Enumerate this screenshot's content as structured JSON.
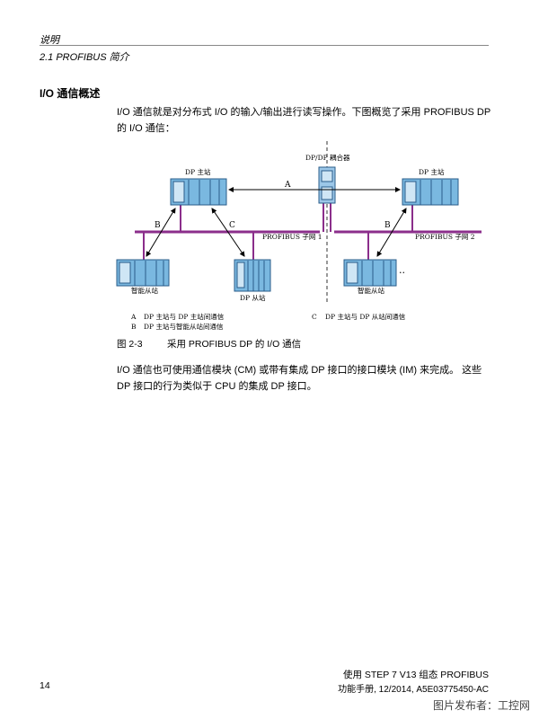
{
  "header": {
    "chapter": "说明",
    "section": "2.1 PROFIBUS 简介"
  },
  "section_title": "I/O 通信概述",
  "intro": "I/O 通信就是对分布式 I/O 的输入/输出进行读写操作。下图概览了采用 PROFIBUS DP 的 I/O 通信：",
  "figure": {
    "coupler_label": "DP/DP 耦合器",
    "master_left": "DP 主站",
    "master_right": "DP 主站",
    "subnet1": "PROFIBUS 子网 1",
    "subnet2": "PROFIBUS 子网 2",
    "intelligent_slave_left": "智能从站",
    "dp_slave": "DP 从站",
    "intelligent_slave_right": "智能从站",
    "arrow_a": "A",
    "arrow_b_left": "B",
    "arrow_b_right": "B",
    "arrow_c": "C",
    "ellipsis": "..",
    "legend": {
      "a_key": "A",
      "a_text": "DP 主站与 DP 主站间通信",
      "b_key": "B",
      "b_text": "DP 主站与智能从站间通信",
      "c_key": "C",
      "c_text": "DP 主站与 DP 从站间通信"
    },
    "colors": {
      "bus": "#8b2e8b",
      "device": "#7ab8e0",
      "device_dark": "#2a5c8a",
      "coupler": "#9cc7e8"
    }
  },
  "caption": {
    "number": "图 2-3",
    "text": "采用 PROFIBUS DP 的 I/O 通信"
  },
  "body2": "I/O 通信也可使用通信模块 (CM) 或带有集成 DP 接口的接口模块 (IM) 来完成。 这些 DP 接口的行为类似于 CPU 的集成 DP 接口。",
  "footer": {
    "page": "14",
    "title": "使用 STEP 7 V13 组态 PROFIBUS",
    "manual": "功能手册, 12/2014, A5E03775450-AC"
  },
  "watermark": "图片发布者：工控网"
}
